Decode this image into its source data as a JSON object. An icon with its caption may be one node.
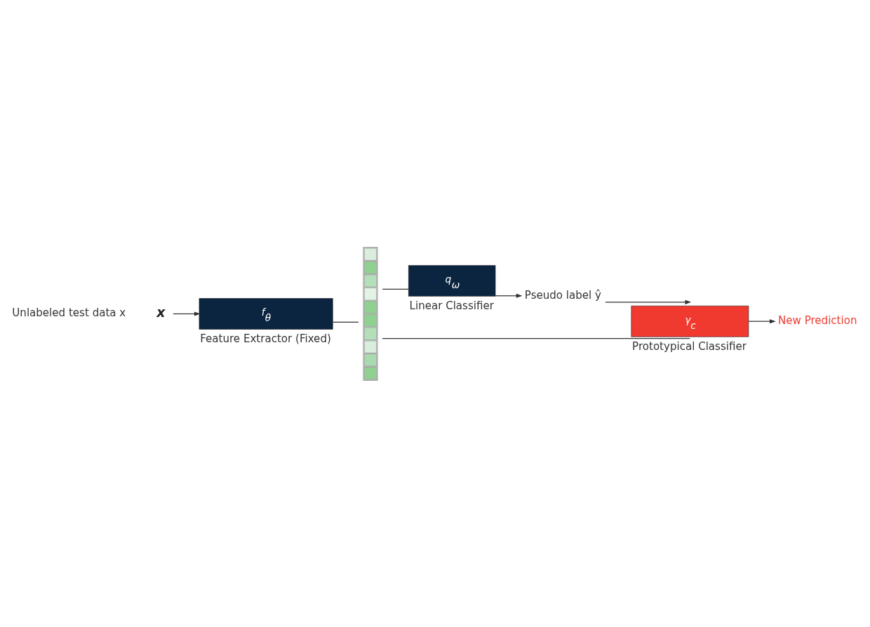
{
  "diagram": {
    "nodes": [
      {
        "text": [
          "x"
        ]
      },
      {
        "text": [
          "f$_{θ}$"
        ],
        "beside": [
          "Feature Extractor (Fixed)"
        ]
      },
      {
        "text": [],
        "shape": "bar"
      },
      {
        "text": [
          "q$_{ω}$"
        ],
        "beside": [
          "Linear Classifier"
        ]
      },
      {
        "text": [
          "Pseudo label ŷ"
        ]
      },
      {
        "text": [
          "γ$_{c}$"
        ],
        "beside": [
          "Prototypical Classifier"
        ]
      },
      {
        "text": [
          "New Prediction"
        ]
      }
    ],
    "edges": [
      {
        "from": 0,
        "to": 1,
        "arrow": "to"
      },
      {
        "from": 1,
        "to": 2,
        "arrow": "none"
      },
      {
        "from": 2,
        "to": 3,
        "arrow": "none"
      },
      {
        "from": 3,
        "to": 4,
        "arrow": "to"
      },
      {
        "from": 4,
        "to": 5,
        "arrow": "to"
      },
      {
        "from": 2,
        "to": 5,
        "arrow": "none"
      },
      {
        "from": 5,
        "to": 6,
        "arrow": "to"
      }
    ],
    "labels": [
      "Unlabeled test data x"
    ]
  }
}
